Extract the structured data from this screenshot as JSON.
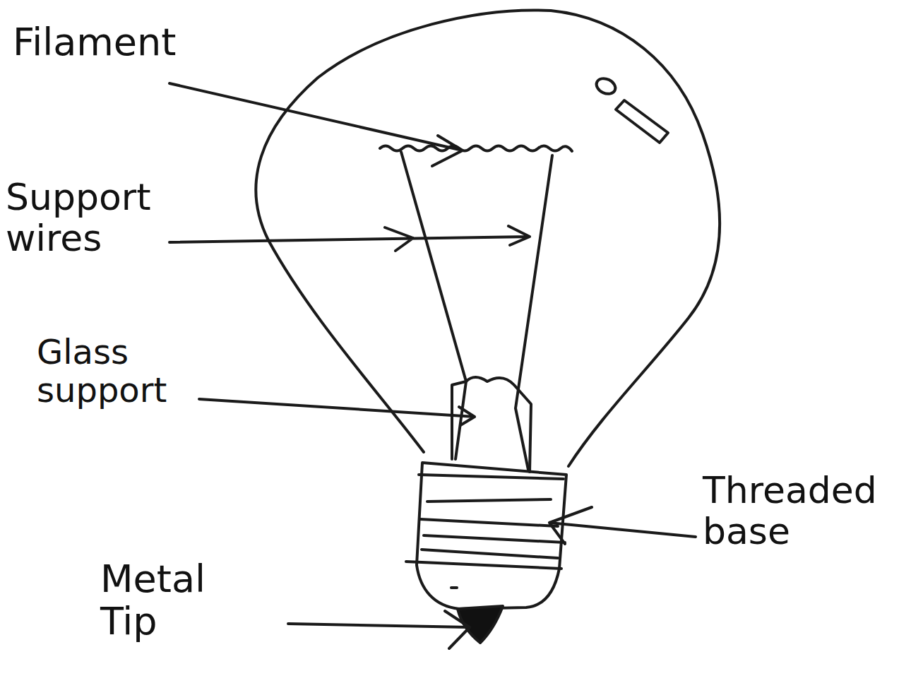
{
  "diagram": {
    "labels": [
      "Filament",
      "Support wires",
      "Glass support",
      "Threaded base",
      "Metal Tip"
    ]
  }
}
